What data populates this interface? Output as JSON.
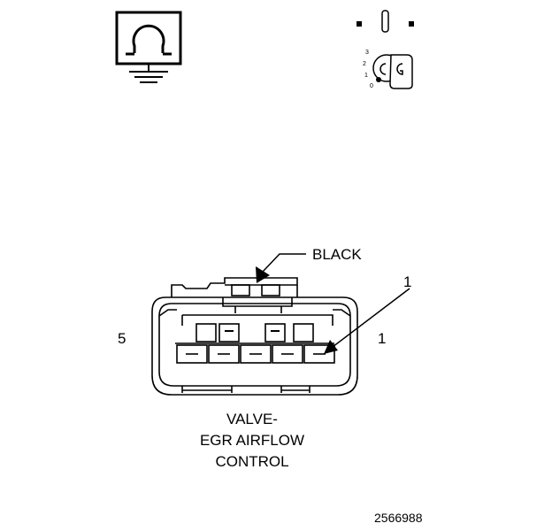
{
  "ohmmeter_icon": {
    "icon": "ohm-meter-ground-icon"
  },
  "ignition_key_icon": {
    "icon": "ignition-key-off-icon",
    "positions": [
      "3",
      "2",
      "1",
      "0"
    ]
  },
  "connector": {
    "color_label": "BLACK",
    "pin_callout": "1",
    "left_pin_number": "5",
    "right_pin_number": "1",
    "name_lines": [
      "VALVE-",
      "EGR AIRFLOW",
      "CONTROL"
    ]
  },
  "figure_number": "2566988",
  "colors": {
    "line": "#000000",
    "background": "#ffffff"
  }
}
